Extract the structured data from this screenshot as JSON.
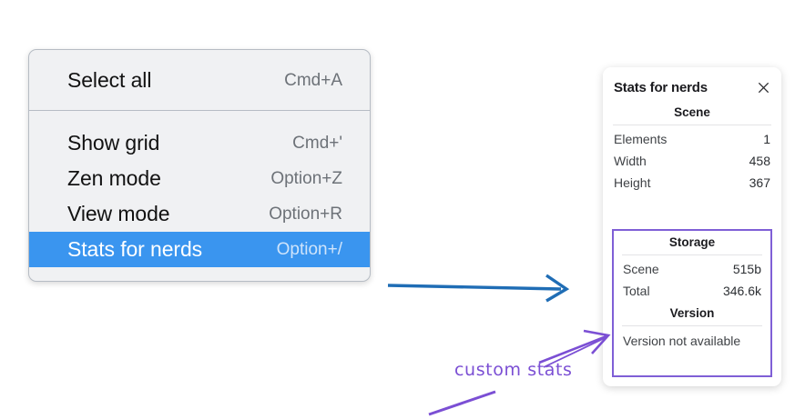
{
  "context_menu": {
    "sections": [
      {
        "items": [
          {
            "label": "Select all",
            "shortcut": "Cmd+A",
            "highlighted": false
          }
        ]
      },
      {
        "items": [
          {
            "label": "Show grid",
            "shortcut": "Cmd+'",
            "highlighted": false
          },
          {
            "label": "Zen mode",
            "shortcut": "Option+Z",
            "highlighted": false
          },
          {
            "label": "View mode",
            "shortcut": "Option+R",
            "highlighted": false
          },
          {
            "label": "Stats for nerds",
            "shortcut": "Option+/",
            "highlighted": true
          }
        ]
      }
    ],
    "highlight_color": "#3a95ef"
  },
  "stats_panel": {
    "title": "Stats for nerds",
    "close_icon": "close-icon",
    "sections": [
      {
        "heading": "Scene",
        "rows": [
          {
            "label": "Elements",
            "value": "1"
          },
          {
            "label": "Width",
            "value": "458"
          },
          {
            "label": "Height",
            "value": "367"
          }
        ]
      },
      {
        "heading": "Storage",
        "rows": [
          {
            "label": "Scene",
            "value": "515b"
          },
          {
            "label": "Total",
            "value": "346.6k"
          }
        ]
      },
      {
        "heading": "Version",
        "note": "Version not available"
      }
    ]
  },
  "annotations": {
    "handwritten_label": "custom stats",
    "arrow_blue_color": "#1f6db5",
    "arrow_purple_color": "#7b4fd4",
    "highlight_box_color": "#7f5fd6"
  }
}
